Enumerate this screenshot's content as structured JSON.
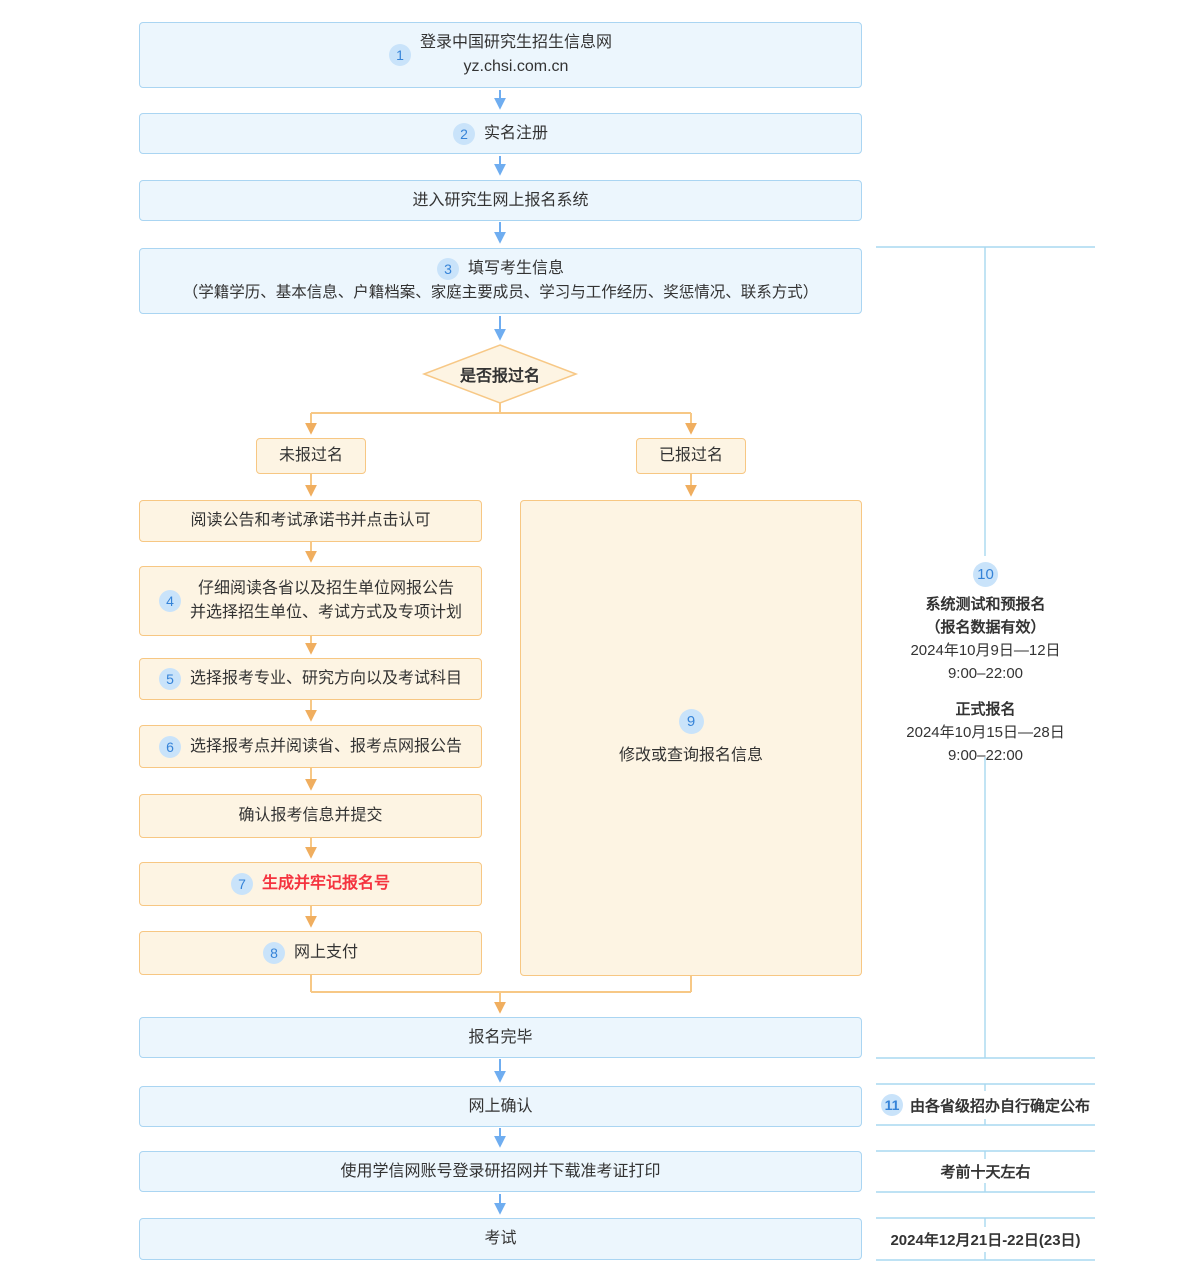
{
  "colors": {
    "blue_box_bg": "#ecf6fd",
    "blue_box_border": "#aad5f2",
    "orange_box_bg": "#fdf4e3",
    "orange_box_border": "#f7c783",
    "arrow_blue": "#6fadf0",
    "arrow_orange_head": "#f0ae5f",
    "line_orange": "#f7c886",
    "sidebar_line": "#a9d8f0",
    "badge_bg": "#c9e3fa",
    "badge_text": "#3583d8",
    "text": "#333333",
    "red_text": "#f5333f"
  },
  "main": {
    "box_login": {
      "badge": "1",
      "line1": "登录中国研究生招生信息网",
      "line2": "yz.chsi.com.cn"
    },
    "box_register": {
      "badge": "2",
      "label": "实名注册"
    },
    "box_enter": {
      "label": "进入研究生网上报名系统"
    },
    "box_fill": {
      "badge": "3",
      "line1": "填写考生信息",
      "line2": "（学籍学历、基本信息、户籍档案、家庭主要成员、学习与工作经历、奖惩情况、联系方式）"
    },
    "diamond": {
      "label": "是否报过名"
    },
    "branch_no": {
      "label": "未报过名"
    },
    "branch_yes": {
      "label": "已报过名"
    },
    "read_notice": {
      "label": "阅读公告和考试承诺书并点击认可"
    },
    "box4": {
      "badge": "4",
      "line1": "仔细阅读各省以及招生单位网报公告",
      "line2": "并选择招生单位、考试方式及专项计划"
    },
    "box5": {
      "badge": "5",
      "label": "选择报考专业、研究方向以及考试科目"
    },
    "box6": {
      "badge": "6",
      "label": "选择报考点并阅读省、报考点网报公告"
    },
    "confirm": {
      "label": "确认报考信息并提交"
    },
    "box7": {
      "badge": "7",
      "label": "生成并牢记报名号"
    },
    "box8": {
      "badge": "8",
      "label": "网上支付"
    },
    "box9": {
      "badge": "9",
      "label": "修改或查询报名信息"
    },
    "box_done": {
      "label": "报名完毕"
    },
    "box_confirm_online": {
      "label": "网上确认"
    },
    "box_download": {
      "label": "使用学信网账号登录研招网并下载准考证打印"
    },
    "box_exam": {
      "label": "考试"
    }
  },
  "sidebar": {
    "section10": {
      "badge": "10",
      "title1": "系统测试和预报名",
      "note1": "（报名数据有效）",
      "date1": "2024年10月9日—12日",
      "time1": "9:00–22:00",
      "title2": "正式报名",
      "date2": "2024年10月15日—28日",
      "time2": "9:00–22:00"
    },
    "section11": {
      "badge": "11",
      "label": "由各省级招办自行确定公布"
    },
    "section12": {
      "label": "考前十天左右"
    },
    "section13": {
      "label": "2024年12月21日-22日(23日)"
    }
  }
}
